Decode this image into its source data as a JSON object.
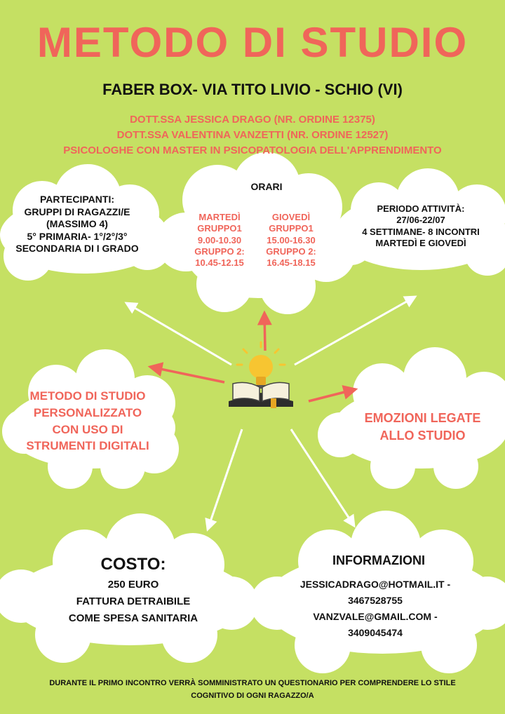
{
  "title": "METODO DI STUDIO",
  "subtitle": "FABER BOX- VIA TITO LIVIO - SCHIO (VI)",
  "authors": [
    "DOTT.SSA JESSICA DRAGO (NR. ORDINE 12375)",
    "DOTT.SSA VALENTINA VANZETTI (NR. ORDINE 12527)",
    "PSICOLOGHE CON MASTER IN PSICOPATOLOGIA DELL'APPRENDIMENTO"
  ],
  "participants": {
    "lines": [
      "PARTECIPANTI:",
      "GRUPPI DI RAGAZZI/E",
      "(MASSIMO 4)",
      "5° PRIMARIA- 1°/2°/3°",
      "SECONDARIA DI I GRADO"
    ]
  },
  "orari": {
    "label": "ORARI",
    "tuesday": [
      "MARTEDÌ",
      "GRUPPO1",
      "9.00-10.30",
      "GRUPPO 2:",
      "10.45-12.15"
    ],
    "thursday": [
      "GIOVEDÌ",
      "GRUPPO1",
      "15.00-16.30",
      "GRUPPO 2:",
      "16.45-18.15"
    ]
  },
  "periodo": {
    "lines": [
      "PERIODO ATTIVITÀ:",
      "27/06-22/07",
      "4 SETTIMANE- 8 INCONTRI",
      "MARTEDÌ E GIOVEDÌ"
    ]
  },
  "metodo": {
    "lines": [
      "METODO DI STUDIO",
      "PERSONALIZZATO",
      "CON USO DI",
      "STRUMENTI DIGITALI"
    ]
  },
  "emozioni": {
    "lines": [
      "EMOZIONI LEGATE",
      "ALLO STUDIO"
    ]
  },
  "costo": {
    "title": "COSTO:",
    "lines": [
      "250 EURO",
      "FATTURA DETRAIBILE",
      "COME SPESA SANITARIA"
    ]
  },
  "informazioni": {
    "title": "INFORMAZIONI",
    "lines": [
      "JESSICADRAGO@HOTMAIL.IT -",
      "3467528755",
      "VANZVALE@GMAIL.COM -",
      "3409045474"
    ]
  },
  "footer": {
    "lines": [
      "DURANTE IL PRIMO INCONTRO VERRÀ SOMMINISTRATO UN QUESTIONARIO PER COMPRENDERE LO STILE",
      "COGNITIVO DI OGNI RAGAZZO/A"
    ]
  },
  "colors": {
    "background": "#c5e063",
    "accent": "#f0655a",
    "text": "#111111",
    "cloud": "#ffffff",
    "bulb": "#f7c531"
  },
  "icons": [
    "book-lightbulb-icon"
  ]
}
